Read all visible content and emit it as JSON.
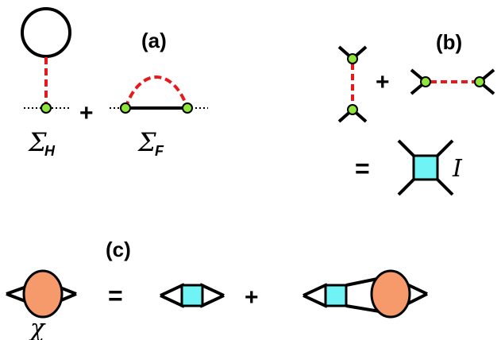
{
  "panels": {
    "a": {
      "label": "(a)",
      "hartree_symbol": "Σ",
      "hartree_subscript": "H",
      "plus": "+",
      "fock_symbol": "Σ",
      "fock_subscript": "F"
    },
    "b": {
      "label": "(b)",
      "plus": "+",
      "equals": "=",
      "vertex_symbol": "I"
    },
    "c": {
      "label": "(c)",
      "equals": "=",
      "plus": "+",
      "response_symbol": "χ"
    }
  },
  "colors": {
    "line": "#000000",
    "interaction_dashed": "#e8191b",
    "vertex_node": "#8ee63a",
    "box_vertex": "#6ff3f5",
    "response_bubble": "#f79a6b"
  }
}
